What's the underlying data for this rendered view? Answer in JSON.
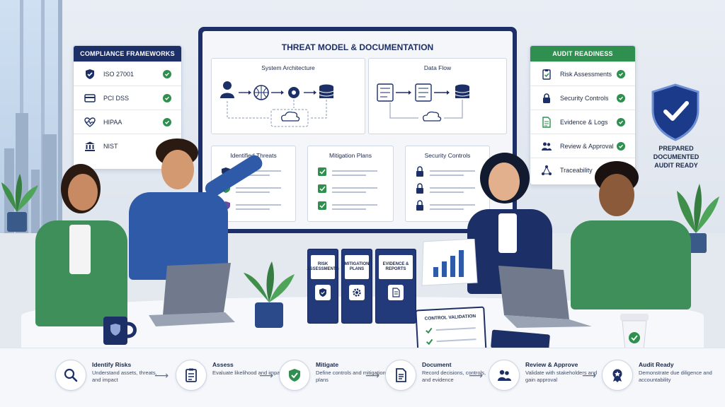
{
  "compliance": {
    "title": "COMPLIANCE FRAMEWORKS",
    "items": [
      {
        "label": "ISO 27001",
        "icon": "shield-icon"
      },
      {
        "label": "PCI DSS",
        "icon": "card-icon"
      },
      {
        "label": "HIPAA",
        "icon": "heartbeat-icon"
      },
      {
        "label": "NIST",
        "icon": "building-icon"
      }
    ]
  },
  "monitor": {
    "title": "THREAT MODEL & DOCUMENTATION",
    "architecture": "System Architecture",
    "dataflow": "Data Flow",
    "threats": "Identified Threats",
    "mitigation": "Mitigation Plans",
    "controls": "Security Controls"
  },
  "audit": {
    "title": "AUDIT READINESS",
    "items": [
      {
        "label": "Risk Assessments",
        "icon": "clipboard-check-icon"
      },
      {
        "label": "Security Controls",
        "icon": "lock-icon"
      },
      {
        "label": "Evidence & Logs",
        "icon": "document-icon"
      },
      {
        "label": "Review & Approval",
        "icon": "users-icon"
      },
      {
        "label": "Traceability",
        "icon": "network-icon"
      }
    ]
  },
  "badge": {
    "line1": "PREPARED",
    "line2": "DOCUMENTED",
    "line3": "AUDIT READY"
  },
  "binders": [
    {
      "label": "RISK ASSESSMENTS"
    },
    {
      "label": "MITIGATION PLANS"
    },
    {
      "label": "EVIDENCE & REPORTS"
    }
  ],
  "clipboard": {
    "label": "CONTROL VALIDATION"
  },
  "steps": [
    {
      "title": "Identify Risks",
      "desc": "Understand assets, threats, and impact",
      "icon": "magnifier-icon"
    },
    {
      "title": "Assess",
      "desc": "Evaluate likelihood and impact",
      "icon": "clipboard-icon"
    },
    {
      "title": "Mitigate",
      "desc": "Define controls and mitigation plans",
      "icon": "shield-check-icon"
    },
    {
      "title": "Document",
      "desc": "Record decisions, controls, and evidence",
      "icon": "document-icon"
    },
    {
      "title": "Review & Approve",
      "desc": "Validate with stakeholders and gain approval",
      "icon": "users-icon"
    },
    {
      "title": "Audit Ready",
      "desc": "Demonstrate due diligence and accountability",
      "icon": "award-icon"
    }
  ],
  "colors": {
    "navy": "#1c2f66",
    "green": "#2f8f4e",
    "audit_head": "#2f8f4e",
    "compliance_head": "#1c2f66"
  }
}
